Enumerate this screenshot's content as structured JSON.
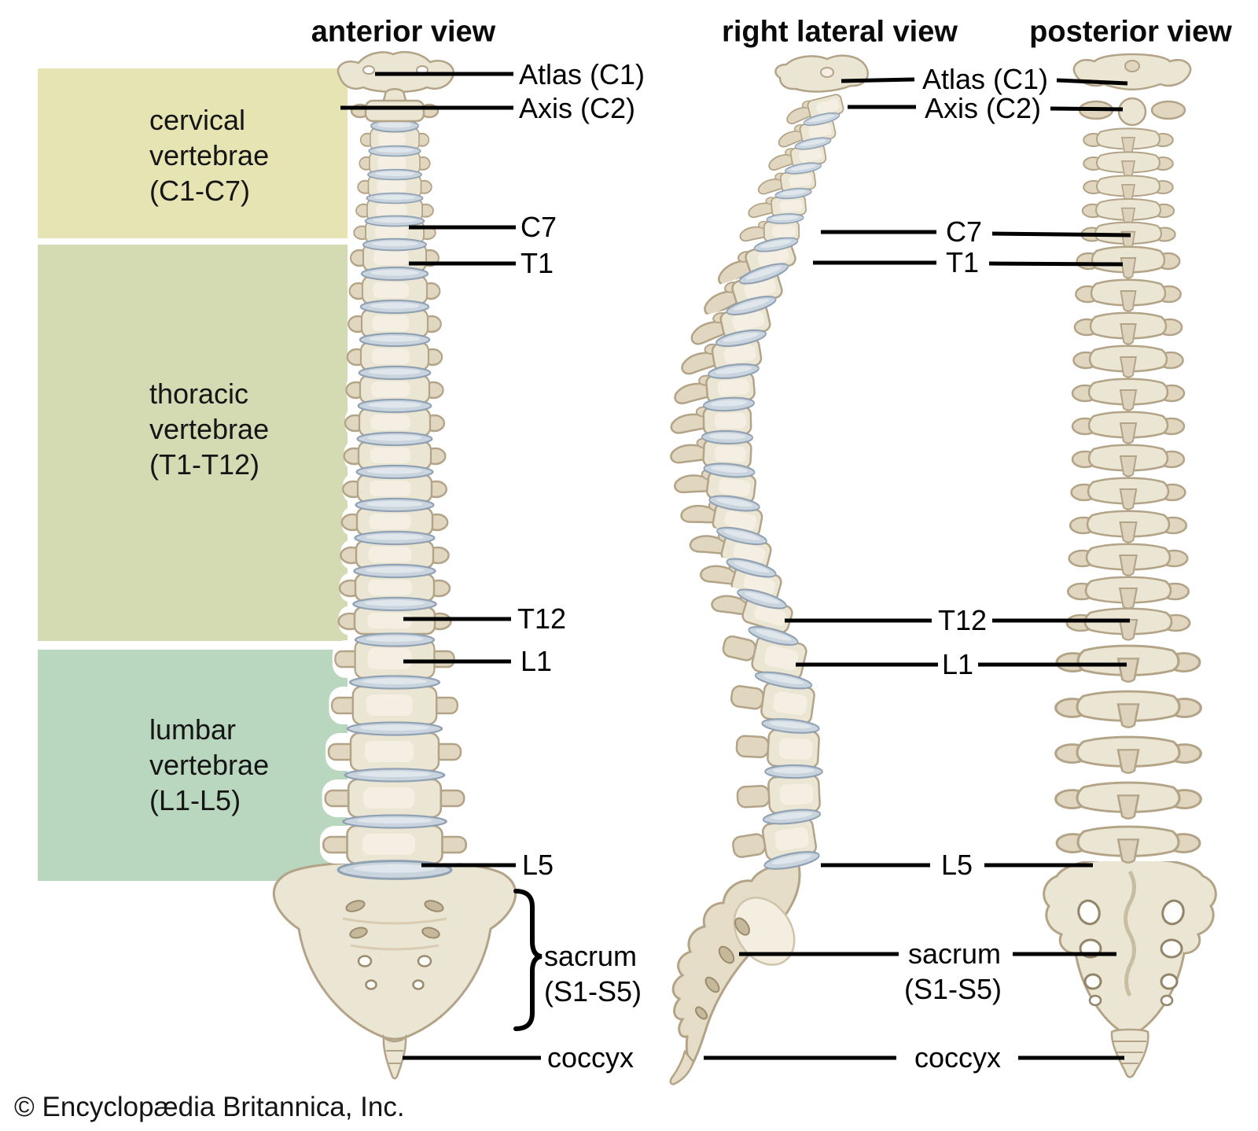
{
  "views": {
    "anterior_title": "anterior view",
    "lateral_title": "right lateral view",
    "posterior_title": "posterior view"
  },
  "regions": [
    {
      "id": "cervical",
      "color": "#e6e4b3",
      "label_lines": [
        "cervical",
        "vertebrae",
        "(C1-C7)"
      ]
    },
    {
      "id": "thoracic",
      "color": "#d4dbb3",
      "label_lines": [
        "thoracic",
        "vertebrae",
        "(T1-T12)"
      ]
    },
    {
      "id": "lumbar",
      "color": "#b9d6be",
      "label_lines": [
        "lumbar",
        "vertebrae",
        "(L1-L5)"
      ]
    }
  ],
  "labels": {
    "atlas": "Atlas (C1)",
    "axis": "Axis (C2)",
    "c7": "C7",
    "t1": "T1",
    "t12": "T12",
    "l1": "L1",
    "l5": "L5",
    "sacrum": [
      "sacrum",
      "(S1-S5)"
    ],
    "coccyx": "coccyx"
  },
  "credit": "© Encyclopædia Britannica, Inc.",
  "palette": {
    "bone": "#ebe5d3",
    "bone_edge": "#b3a387",
    "bone_process": "#e1d7c0",
    "bone_highlight": "#f4efe2",
    "disc": "#c9d4de",
    "disc_edge": "#8fa1b2",
    "leader_line": "#000000",
    "region_cervical": "#e6e4b3",
    "region_thoracic": "#d4dbb3",
    "region_lumbar": "#b9d6be"
  }
}
